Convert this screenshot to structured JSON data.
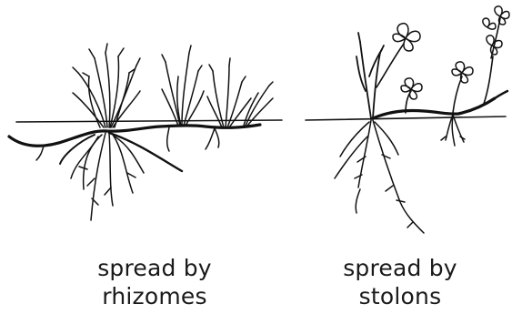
{
  "labels": {
    "rhizomes": {
      "line1": "spread by",
      "line2": "rhizomes"
    },
    "stolons": {
      "line1": "spread by",
      "line2": "stolons"
    }
  },
  "colors": {
    "ink": "#111111",
    "background": "#ffffff"
  }
}
